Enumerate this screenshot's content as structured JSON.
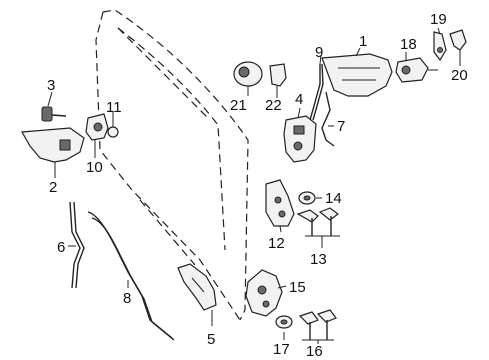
{
  "callouts": {
    "c1": "1",
    "c2": "2",
    "c3": "3",
    "c4": "4",
    "c5": "5",
    "c6": "6",
    "c7": "7",
    "c8": "8",
    "c9": "9",
    "c10": "10",
    "c11": "11",
    "c12": "12",
    "c13": "13",
    "c14": "14",
    "c15": "15",
    "c16": "16",
    "c17": "17",
    "c18": "18",
    "c19": "19",
    "c20": "20",
    "c21": "21",
    "c22": "22"
  },
  "colors": {
    "ink": "#222222",
    "fill": "#f2f2f2",
    "shade": "#6a6a6a"
  }
}
